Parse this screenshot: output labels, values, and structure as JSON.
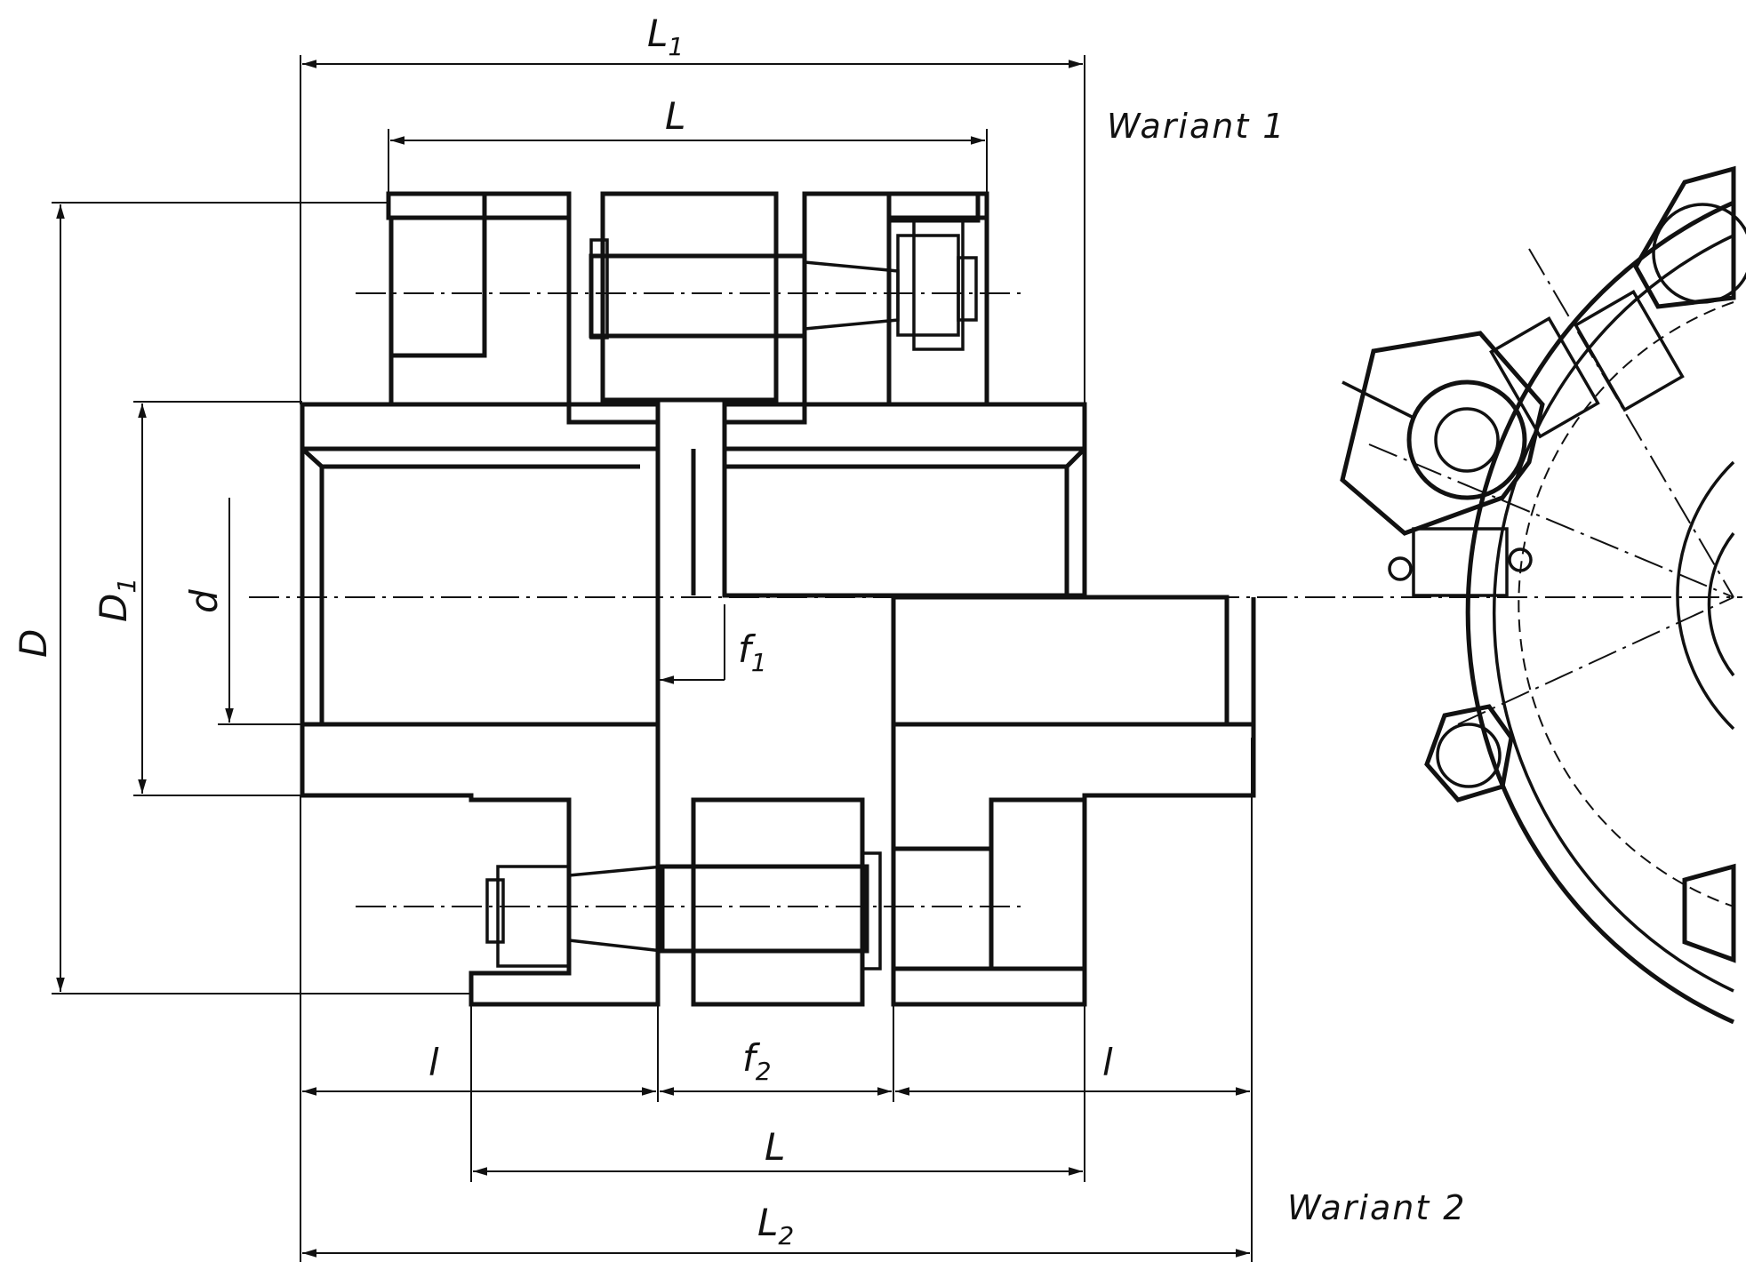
{
  "labels": {
    "L1": "L",
    "L1_sub": "1",
    "L_top": "L",
    "variant1": "Wariant  1",
    "D": "D",
    "D1": "D",
    "D1_sub": "1",
    "d": "d",
    "f1": "f",
    "f1_sub": "1",
    "l_left": "l",
    "f2": "f",
    "f2_sub": "2",
    "l_right": "l",
    "L_bottom": "L",
    "L2": "L",
    "L2_sub": "2",
    "variant2": "Wariant  2"
  }
}
